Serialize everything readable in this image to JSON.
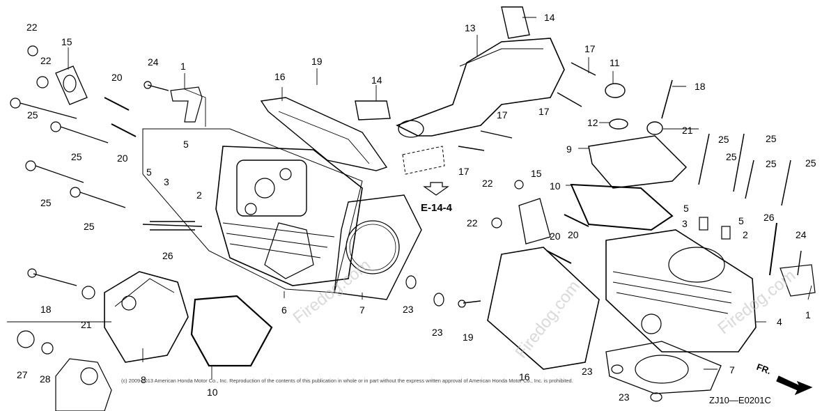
{
  "diagram": {
    "reference_label": "E-14-4",
    "direction_label": "FR.",
    "diagram_code": "ZJ10—E0201C",
    "copyright_text": "(c) 2009-2013 American Honda Motor Co., Inc. Reproduction of the contents of this publication in whole or in part without the express written approval of American Honda Motor Co., Inc. is prohibited.",
    "watermark_text": "Firedog.com",
    "callouts": [
      "22",
      "22",
      "15",
      "24",
      "1",
      "16",
      "19",
      "14",
      "13",
      "14",
      "17",
      "11",
      "18",
      "25",
      "25",
      "20",
      "20",
      "5",
      "5",
      "3",
      "2",
      "25",
      "25",
      "26",
      "18",
      "21",
      "27",
      "28",
      "8",
      "10",
      "6",
      "7",
      "23",
      "23",
      "19",
      "16",
      "17",
      "17",
      "12",
      "21",
      "9",
      "17",
      "22",
      "15",
      "10",
      "25",
      "25",
      "25",
      "25",
      "25",
      "22",
      "20",
      "20",
      "5",
      "5",
      "3",
      "2",
      "26",
      "24",
      "1",
      "4",
      "7",
      "23",
      "23"
    ]
  }
}
